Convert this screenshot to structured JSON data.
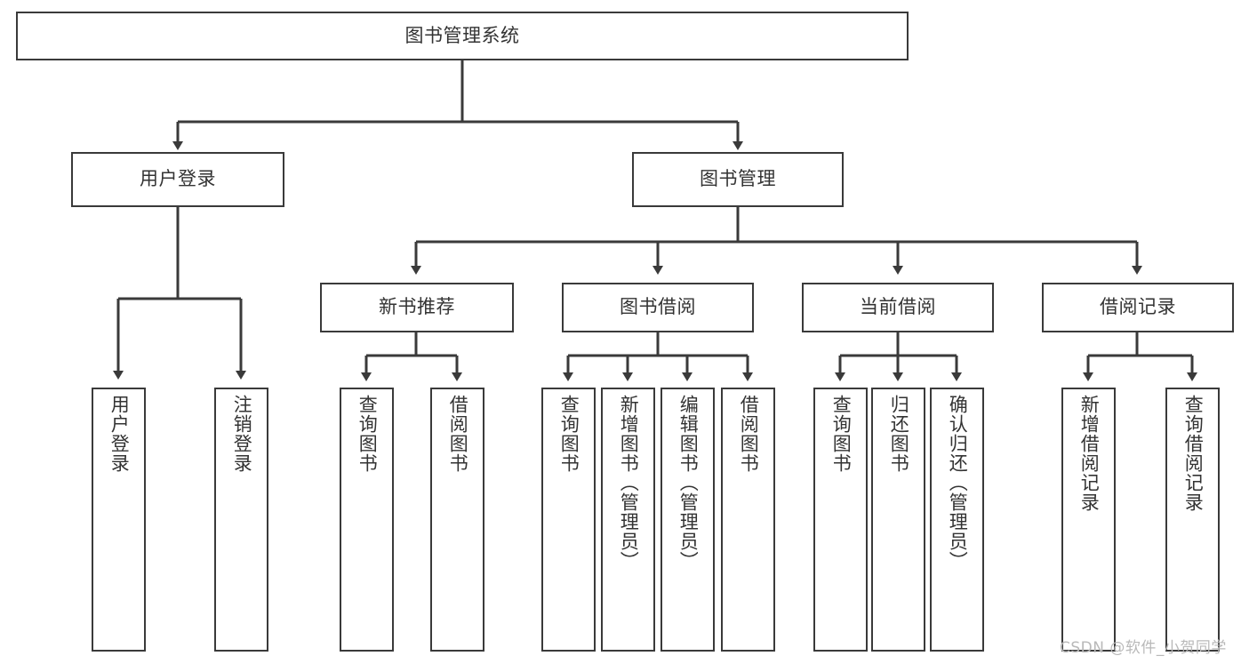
{
  "diagram": {
    "type": "tree-hierarchy-chart",
    "title_text": "图书管理系统",
    "colors": {
      "box_stroke": "#3a3a3a",
      "box_fill": "#ffffff",
      "connector": "#3a3a3a",
      "text": "#333333",
      "watermark": "#b9b9b9",
      "background": "#ffffff"
    },
    "root": {
      "label": "图书管理系统"
    },
    "level2": [
      {
        "label": "用户登录"
      },
      {
        "label": "图书管理"
      }
    ],
    "level3": [
      {
        "label": "新书推荐"
      },
      {
        "label": "图书借阅"
      },
      {
        "label": "当前借阅"
      },
      {
        "label": "借阅记录"
      }
    ],
    "leaves": {
      "user_login": [
        {
          "label": "用户登录"
        },
        {
          "label": "注销登录"
        }
      ],
      "new_book_recommend": [
        {
          "label": "查询图书"
        },
        {
          "label": "借阅图书"
        }
      ],
      "book_borrow": [
        {
          "label": "查询图书"
        },
        {
          "label": "新增图书（管理员）"
        },
        {
          "label": "编辑图书（管理员）"
        },
        {
          "label": "借阅图书"
        }
      ],
      "current_borrow": [
        {
          "label": "查询图书"
        },
        {
          "label": "归还图书"
        },
        {
          "label": "确认归还（管理员）"
        }
      ],
      "borrow_record": [
        {
          "label": "新增借阅记录"
        },
        {
          "label": "查询借阅记录"
        }
      ]
    },
    "watermark": "CSDN @软件_小贺同学"
  }
}
